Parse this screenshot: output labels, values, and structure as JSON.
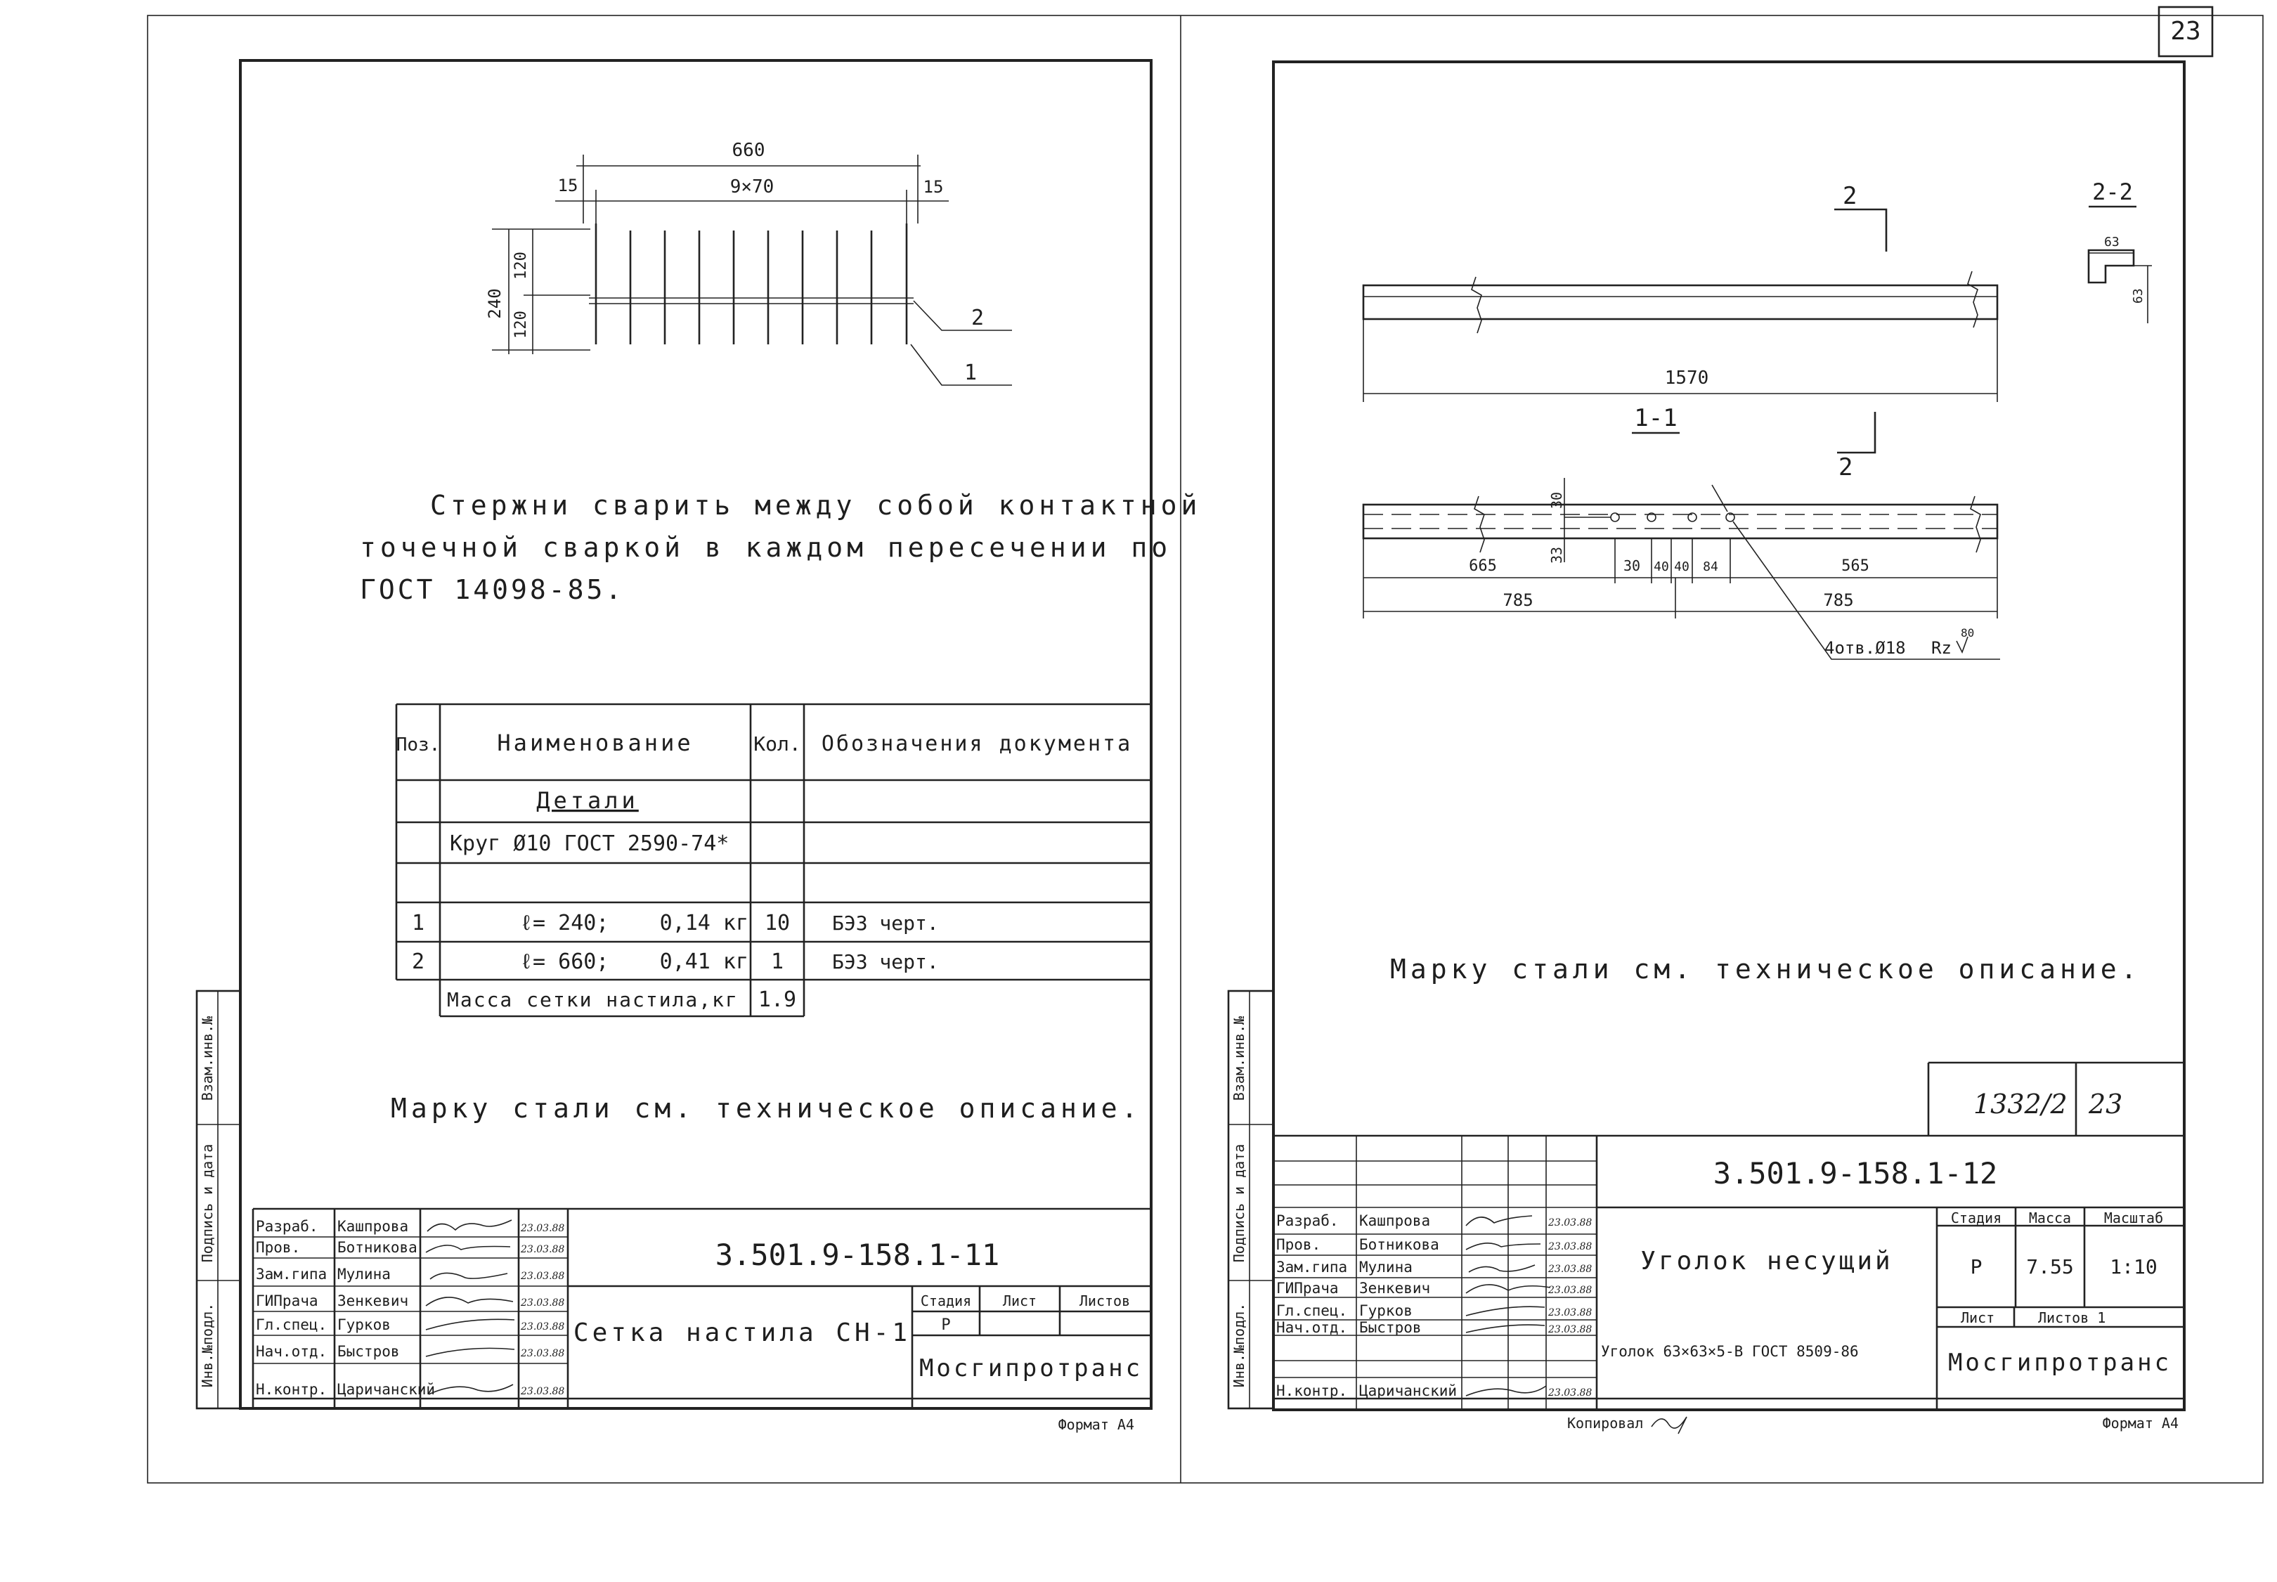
{
  "page_number": "23",
  "left_sheet": {
    "mesh": {
      "dim_overall": "660",
      "dim_end_left": "15",
      "dim_spacing": "9×70",
      "dim_end_right": "15",
      "dim_height": "240",
      "dim_half_top": "120",
      "dim_half_bottom": "120",
      "callout_2": "2",
      "callout_1": "1"
    },
    "note_lines": [
      "Стержни сварить между собой контактной",
      "точечной сваркой в каждом пересечении по",
      "ГОСТ 14098-85."
    ],
    "spec": {
      "headers": [
        "Поз.",
        "Наименование",
        "Кол.",
        "Обозначения документа"
      ],
      "rows": [
        {
          "pos": "",
          "name": "Детали",
          "qty": "",
          "doc": ""
        },
        {
          "pos": "",
          "name": "Круг Ø10 ГОСТ 2590-74*",
          "qty": "",
          "doc": ""
        },
        {
          "pos": "",
          "name": "",
          "qty": "",
          "doc": ""
        },
        {
          "pos": "1",
          "name": "ℓ= 240;    0,14 кг",
          "qty": "10",
          "doc": "БЭЗ черт."
        },
        {
          "pos": "2",
          "name": "ℓ= 660;    0,41 кг",
          "qty": "1",
          "doc": "БЭЗ черт."
        },
        {
          "pos": "",
          "name": "",
          "qty": "",
          "doc": ""
        },
        {
          "pos": "",
          "name": "Масса сетки настила,кг",
          "qty": "1.9",
          "doc": ""
        }
      ]
    },
    "steel_note": "Марку стали см. техническое описание.",
    "margin_labels": [
      "Инв.№подл.",
      "Подпись и дата",
      "Взам.инв.№"
    ],
    "title_block": {
      "roles": [
        "Разраб.",
        "Пров.",
        "Зам.гипа",
        "ГИПрача",
        "Гл.спец.",
        "Нач.отд.",
        "Н.контр."
      ],
      "names": [
        "Кашпрова",
        "Ботникова",
        "Мулина",
        "Зенкевич",
        "Гурков",
        "Быстров",
        "Царичанский"
      ],
      "dates": [
        "23.03.88",
        "23.03.88",
        "23.03.88",
        "23.03.88",
        "23.03.88",
        "23.03.88",
        "23.03.88"
      ],
      "designation": "3.501.9-158.1-11",
      "sheet_title": "Сетка настила СН-1",
      "col_stage": "Стадия",
      "col_sheet": "Лист",
      "col_sheets": "Листов",
      "stage": "Р",
      "org": "Мосгипротранс",
      "format": "Формат А4"
    }
  },
  "right_sheet": {
    "angle": {
      "section_mark_top": "2",
      "section_mark_bottom": "2",
      "section_label": "1-1",
      "section_2_label": "2-2",
      "section_2_dim_w": "63",
      "section_2_dim_h": "63",
      "dim_length": "1570",
      "dim_30": "30",
      "dim_33": "33",
      "dim_665": "665",
      "dim_30b": "30",
      "dim_40a": "40",
      "dim_40b": "40",
      "dim_84": "84",
      "dim_565": "565",
      "dim_785": "785",
      "dim_785b": "785",
      "holes_note": "4отв.Ø18",
      "roughness": "Rz",
      "roughness_value": "80"
    },
    "steel_note": "Марку стали см. техническое описание.",
    "margin_labels": [
      "Инв.№подл.",
      "Подпись и дата",
      "Взам.инв.№"
    ],
    "handwritten_number": "1332/2",
    "handwritten_sheet": "23",
    "title_block": {
      "roles": [
        "Разраб.",
        "Пров.",
        "Зам.гипа",
        "ГИПрача",
        "Гл.спец.",
        "Нач.отд.",
        "Н.контр."
      ],
      "names": [
        "Кашпрова",
        "Ботникова",
        "Мулина",
        "Зенкевич",
        "Гурков",
        "Быстров",
        "Царичанский"
      ],
      "dates": [
        "23.03.88",
        "23.03.88",
        "23.03.88",
        "23.03.88",
        "23.03.88",
        "23.03.88",
        "23.03.88"
      ],
      "designation": "3.501.9-158.1-12",
      "sheet_title": "Уголок несущий",
      "col_stage": "Стадия",
      "col_mass": "Масса",
      "col_scale": "Масштаб",
      "stage": "Р",
      "mass": "7.55",
      "scale": "1:10",
      "col_sheet": "Лист",
      "col_sheets": "Листов 1",
      "material": "Уголок 63×63×5-В ГОСТ 8509-86",
      "org": "Мосгипротранс",
      "copied": "Копировал",
      "format": "Формат А4"
    }
  }
}
